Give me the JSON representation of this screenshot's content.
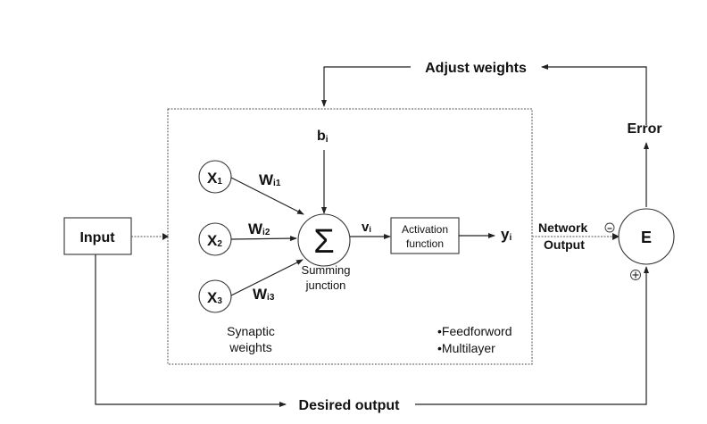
{
  "diagram": {
    "title": "Artificial neuron learning model",
    "top_feedback": {
      "label": "Adjust weights"
    },
    "error_label": "Error",
    "bias": {
      "base": "b",
      "sub": "i"
    },
    "inputs": [
      {
        "base": "X",
        "sub": "1",
        "weight_base": "W",
        "weight_sub": "i1"
      },
      {
        "base": "X",
        "sub": "2",
        "weight_base": "W",
        "weight_sub": "i2"
      },
      {
        "base": "X",
        "sub": "3",
        "weight_base": "W",
        "weight_sub": "i3"
      }
    ],
    "input_box": "Input",
    "summing": {
      "symbol": "Σ",
      "label_line1": "Summing",
      "label_line2": "junction"
    },
    "v": {
      "base": "v",
      "sub": "i"
    },
    "activation": {
      "line1": "Activation",
      "line2": "function"
    },
    "y": {
      "base": "y",
      "sub": "i"
    },
    "network_output": {
      "line1": "Network",
      "line2": "Output"
    },
    "error_node": {
      "label": "E",
      "minus_sign": "-",
      "plus_sign": "+"
    },
    "synaptic": {
      "line1": "Synaptic",
      "line2": "weights"
    },
    "notes": [
      "•Feedforword",
      "•Multilayer"
    ],
    "desired_output": "Desired output"
  }
}
